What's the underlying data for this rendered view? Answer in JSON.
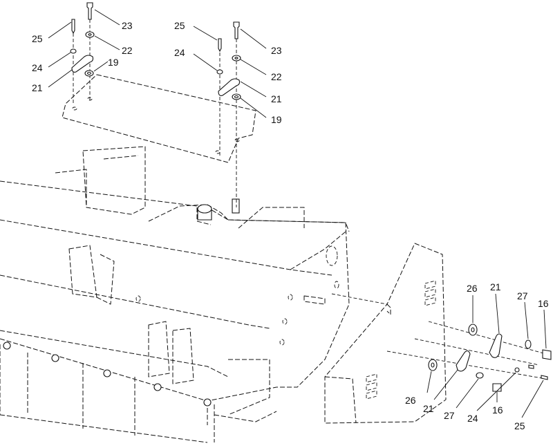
{
  "callouts": [
    {
      "id": "c1",
      "label": "25"
    },
    {
      "id": "c2",
      "label": "23"
    },
    {
      "id": "c3",
      "label": "22"
    },
    {
      "id": "c4",
      "label": "24"
    },
    {
      "id": "c5",
      "label": "19"
    },
    {
      "id": "c6",
      "label": "21"
    },
    {
      "id": "c7",
      "label": "25"
    },
    {
      "id": "c8",
      "label": "23"
    },
    {
      "id": "c9",
      "label": "24"
    },
    {
      "id": "c10",
      "label": "22"
    },
    {
      "id": "c11",
      "label": "21"
    },
    {
      "id": "c12",
      "label": "19"
    },
    {
      "id": "c13",
      "label": "26"
    },
    {
      "id": "c14",
      "label": "21"
    },
    {
      "id": "c15",
      "label": "27"
    },
    {
      "id": "c16",
      "label": "16"
    },
    {
      "id": "c17",
      "label": "26"
    },
    {
      "id": "c18",
      "label": "21"
    },
    {
      "id": "c19",
      "label": "27"
    },
    {
      "id": "c20",
      "label": "24"
    },
    {
      "id": "c21",
      "label": "16"
    },
    {
      "id": "c22",
      "label": "25"
    }
  ]
}
